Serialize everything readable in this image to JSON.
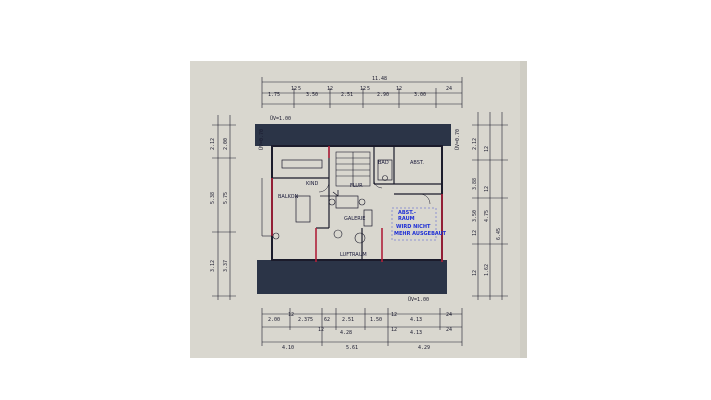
{
  "colors": {
    "paper": "#d9d7cf",
    "ink": "#1b1b2b",
    "roof": "#2b3447",
    "wall_red": "#b0203a",
    "annotation_blue": "#1e2fd6"
  },
  "dimensions": {
    "top_total": "11.48",
    "top_row": [
      "1.75",
      "12",
      "3.50",
      "12",
      "2.51",
      "12",
      "2.90",
      "12",
      "3.00",
      "24"
    ],
    "top_superscripts": [
      "5",
      "5"
    ],
    "bottom_row1": [
      "2.00",
      "12",
      "2.375",
      "62",
      "2.51",
      "1.50",
      "12",
      "4.13",
      "24"
    ],
    "bottom_row2": [
      "12",
      "4.28",
      "12",
      "4.13",
      "24"
    ],
    "bottom_row3": [
      "4.10",
      "5.61",
      "4.29"
    ],
    "left_side": [
      "2.12",
      "2.00",
      "5.38",
      "5.75",
      "3.12",
      "3.37"
    ],
    "right_side": [
      "2.12",
      "12",
      "3.88",
      "12",
      "3.50",
      "4.75",
      "12",
      "6.45",
      "1.62",
      "12"
    ],
    "overhang_top_left": "ÜV=1.00",
    "overhang_top_right": "ÜV=0.70",
    "overhang_left": "ÜV=0.70",
    "overhang_bottom": "ÜV=1.00"
  },
  "rooms": {
    "kind": "KIND",
    "balkon": "BALKON",
    "flur": "FLUR",
    "galerie": "GALERIE",
    "bad": "BAD",
    "abst": "ABST.",
    "luftraum": "LUFTRAUM"
  },
  "annotation": {
    "line1": "ABST.-",
    "line2": "RAUM",
    "line3": "WIRD NICHT",
    "line4": "MEHR AUSGEBAUT"
  }
}
